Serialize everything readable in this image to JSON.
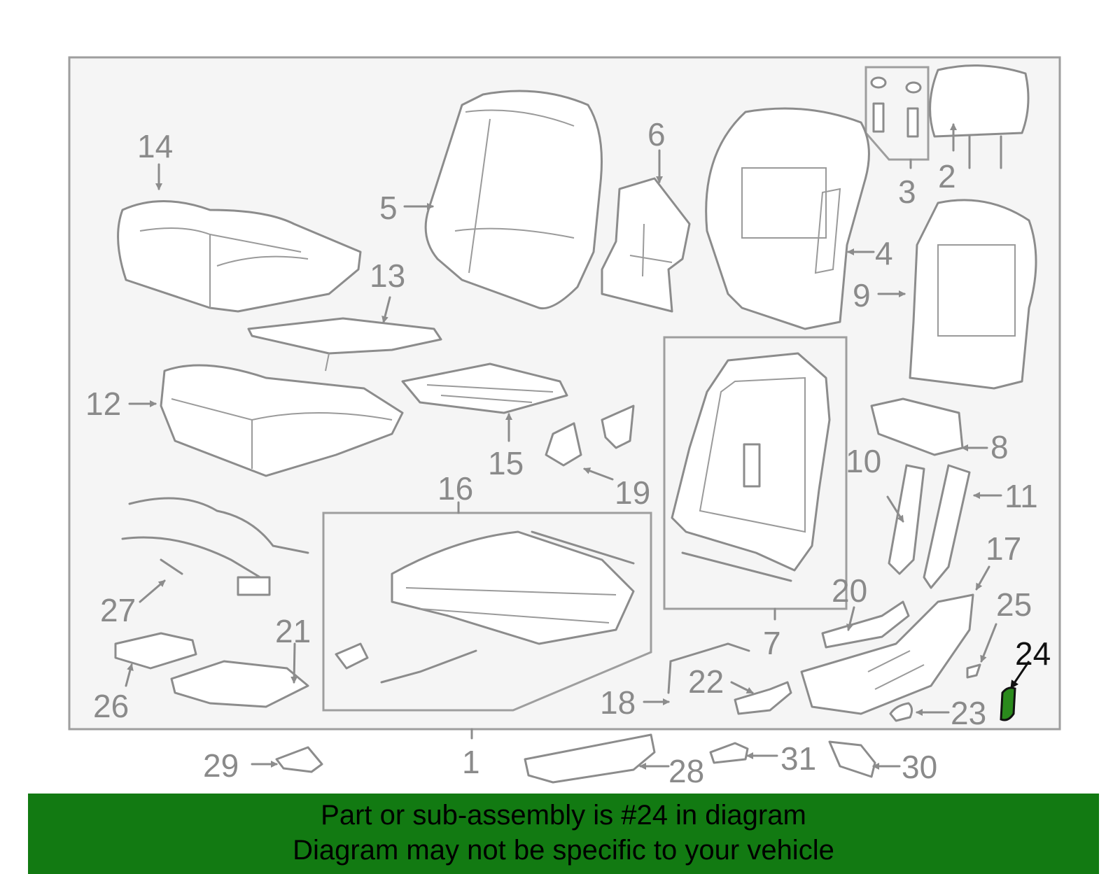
{
  "diagram": {
    "highlight_part": "24",
    "colors": {
      "frame": "#9e9e9e",
      "lines": "#8c8c8c",
      "labels": "#8a8a8a",
      "highlight": "#2a8a1c",
      "banner": "#127a12"
    },
    "labels": {
      "p1": "1",
      "p2": "2",
      "p3": "3",
      "p4": "4",
      "p5": "5",
      "p6": "6",
      "p7": "7",
      "p8": "8",
      "p9": "9",
      "p10": "10",
      "p11": "11",
      "p12": "12",
      "p13": "13",
      "p14": "14",
      "p15": "15",
      "p16": "16",
      "p17": "17",
      "p18": "18",
      "p19": "19",
      "p20": "20",
      "p21": "21",
      "p22": "22",
      "p23": "23",
      "p24": "24",
      "p25": "25",
      "p26": "26",
      "p27": "27",
      "p28": "28",
      "p29": "29",
      "p30": "30",
      "p31": "31"
    }
  },
  "banner": {
    "line1": "Part or sub-assembly is #24 in diagram",
    "line2": "Diagram may not be specific to your vehicle"
  }
}
